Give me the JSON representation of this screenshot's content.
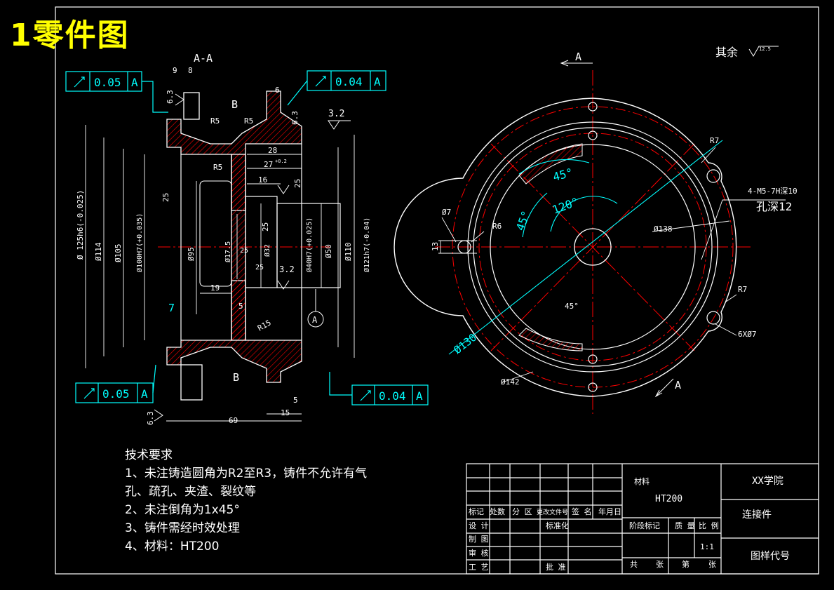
{
  "page_title": "1零件图",
  "section_label": "A-A",
  "view_mark_a": "A",
  "view_mark_b": "B",
  "surface_note": "其余",
  "surface_note_value": "12.5",
  "datum_letter": "A",
  "tolerance_frames": [
    {
      "value": "0.05",
      "datum": "A"
    },
    {
      "value": "0.04",
      "datum": "A"
    },
    {
      "value": "0.05",
      "datum": "A"
    },
    {
      "value": "0.04",
      "datum": "A"
    }
  ],
  "roughness": {
    "r63": "6.3",
    "r32": "3.2",
    "r25": "25"
  },
  "section_dims": {
    "d9": "9",
    "d8": "8",
    "d6": "6",
    "R5": "R5",
    "d28": "28",
    "d27": "27",
    "d27_tol": "+0.2",
    "d16": "16",
    "d19": "19",
    "d5": "5",
    "d7": "7",
    "R15": "R15",
    "d69": "69",
    "d15": "15",
    "phi125": "Ø 125h6(-0.025)",
    "phi114": "Ø114",
    "phi105": "Ø105",
    "phi100": "Ø100H7(+0.035)",
    "phi95": "Ø95",
    "phi175": "Ø17.5",
    "phi32": "Ø32",
    "phi40": "Ø40H7(+0.025)",
    "phi50": "Ø50",
    "phi110": "Ø110",
    "phi121": "Ø121h7(-0.04)"
  },
  "plan_dims": {
    "R7": "R7",
    "thread": "4-M5-7H深10",
    "hole_depth": "孔深12",
    "phi138": "Ø138",
    "phi7": "Ø7",
    "R6": "R6",
    "d13": "13",
    "a45": "45°",
    "a120": "120°",
    "phi130": "Ø130",
    "phi142": "Ø142",
    "holes": "6XØ7"
  },
  "tech_requirements": {
    "heading": "技术要求",
    "items": [
      "1、未注铸造圆角为R2至R3，铸件不允许有气",
      "孔、疏孔、夹渣、裂纹等",
      "2、未注倒角为1x45°",
      "3、铸件需经时效处理",
      "4、材料：HT200"
    ]
  },
  "title_block": {
    "material_label": "材料",
    "material": "HT200",
    "school": "XX学院",
    "part_name": "连接件",
    "drawing_code_label": "图样代号",
    "row_headers": [
      "标记",
      "处数",
      "分 区",
      "更改文件号",
      "签 名",
      "年月日"
    ],
    "left_labels": [
      "设 计",
      "制 图",
      "审 核",
      "工 艺"
    ],
    "standard_label": "标准化",
    "approve_label": "批 准",
    "stage_label": "阶段标记",
    "weight_label": "质 量",
    "scale_label": "比 例",
    "scale": "1:1",
    "sheet_labels": [
      "共",
      "张",
      "第",
      "张"
    ]
  },
  "colors": {
    "background": "#000000",
    "outline": "#ffffff",
    "dimension": "#00ffff",
    "centerline": "#ff0000",
    "hatch": "#ff0000",
    "title": "#ffff00"
  }
}
